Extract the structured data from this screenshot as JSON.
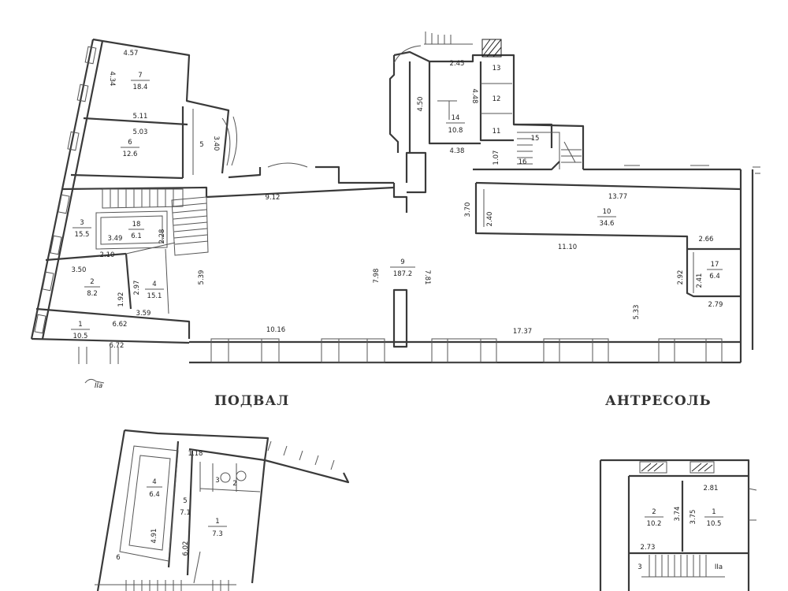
{
  "headings": {
    "basement": "ПОДВАЛ",
    "mezzanine": "АНТРЕСОЛЬ"
  },
  "marker": "IIa",
  "rooms": {
    "r7": {
      "num": "7",
      "area": "18.4"
    },
    "r6": {
      "num": "6",
      "area": "12.6"
    },
    "r5": {
      "num": "5"
    },
    "r3": {
      "num": "3",
      "area": "15.5"
    },
    "r18": {
      "num": "18",
      "area": "6.1"
    },
    "r2": {
      "num": "2",
      "area": "8.2"
    },
    "r4": {
      "num": "4",
      "area": "15.1"
    },
    "r1": {
      "num": "1",
      "area": "10.5"
    },
    "r9": {
      "num": "9",
      "area": "187.2"
    },
    "r13": {
      "num": "13"
    },
    "r12": {
      "num": "12"
    },
    "r11": {
      "num": "11"
    },
    "r14": {
      "num": "14",
      "area": "10.8"
    },
    "r15": {
      "num": "15"
    },
    "r16": {
      "num": "16"
    },
    "r10": {
      "num": "10",
      "area": "34.6"
    },
    "r17": {
      "num": "17",
      "area": "6.4"
    },
    "b4": {
      "num": "4",
      "area": "6.4"
    },
    "b5": {
      "num": "5",
      "area": "7.1"
    },
    "b1": {
      "num": "1",
      "area": "7.3"
    },
    "b3": {
      "num": "3"
    },
    "b2": {
      "num": "2"
    },
    "b6": {
      "num": "6"
    },
    "m2": {
      "num": "2",
      "area": "10.2"
    },
    "m1": {
      "num": "1",
      "area": "10.5"
    },
    "m3": {
      "num": "3"
    },
    "m2a": {
      "label": "IIa"
    }
  },
  "dims": {
    "d457": "4.57",
    "d434": "4.34",
    "d511": "5.11",
    "d503": "5.03",
    "d340": "3.40",
    "d912": "9.12",
    "d349": "3.49",
    "d228": "2.28",
    "d210": "2.10",
    "d350": "3.50",
    "d297": "2.97",
    "d192": "1.92",
    "d539": "5.39",
    "d359": "3.59",
    "d662": "6.62",
    "d672": "6.72",
    "d1016": "10.16",
    "d798": "7.98",
    "d781": "7.81",
    "d1737": "17.37",
    "d245": "2.45",
    "d450": "4.50",
    "d448": "4.48",
    "d438": "4.38",
    "d107": "1.07",
    "d370": "3.70",
    "d240": "2.40",
    "d1377": "13.77",
    "d1110": "11.10",
    "d266": "2.66",
    "d292": "2.92",
    "d241": "2.41",
    "d279": "2.79",
    "d533": "5.33",
    "d118": "1.18",
    "d491": "4.91",
    "d602": "6.02",
    "d281": "2.81",
    "d374": "3.74",
    "d375": "3.75",
    "d273": "2.73"
  }
}
